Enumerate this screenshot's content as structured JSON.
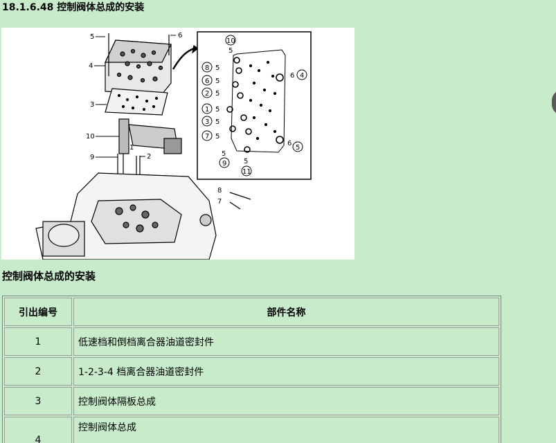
{
  "page_heading": "18.1.6.48 控制阀体总成的安装",
  "figure": {
    "callout_numbers": [
      "1",
      "2",
      "3",
      "4",
      "5",
      "6",
      "7",
      "8",
      "9",
      "10",
      "11"
    ]
  },
  "section_heading": "控制阀体总成的安装",
  "table": {
    "headers": [
      "引出编号",
      "部件名称"
    ],
    "rows": [
      {
        "no": "1",
        "name": "低速档和倒档离合器油道密封件"
      },
      {
        "no": "2",
        "name": "1-2-3-4 档离合器油道密封件"
      },
      {
        "no": "3",
        "name": "控制阀体隔板总成"
      },
      {
        "no": "4",
        "name": "控制阀体总成"
      }
    ]
  },
  "colors": {
    "page_background": "#c7ebcb",
    "figure_background": "#ffffff",
    "border": "#9a9a9a"
  }
}
